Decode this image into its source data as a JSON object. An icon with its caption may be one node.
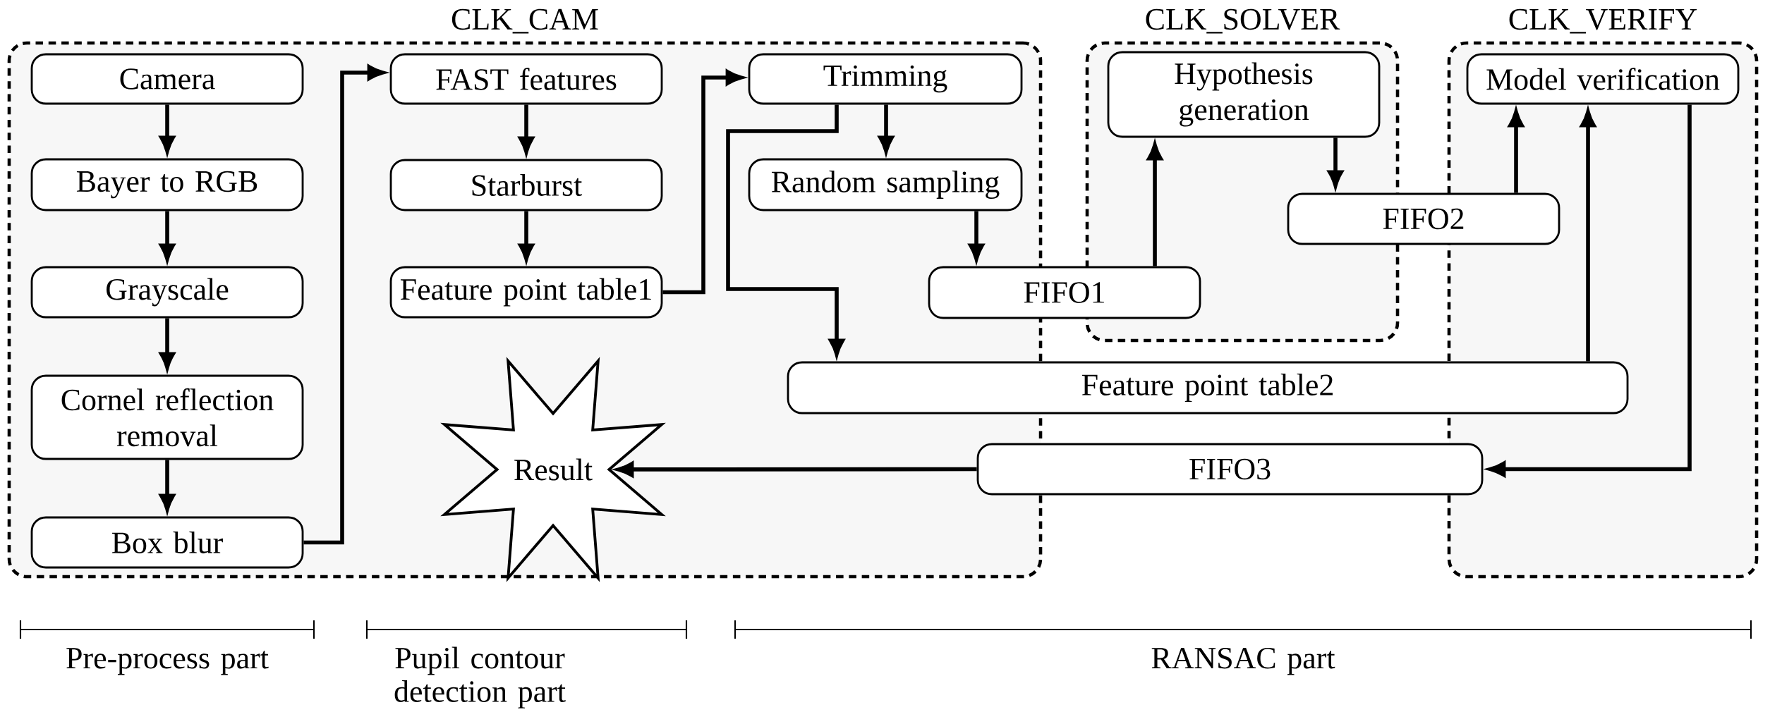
{
  "diagram": {
    "nodes": [
      {
        "text": [
          "CLK_CAM"
        ]
      },
      {
        "text": [
          "Camera"
        ],
        "in": 0
      },
      {
        "text": [
          "Bayer to RGB"
        ],
        "in": 0
      },
      {
        "text": [
          "Grayscale"
        ],
        "in": 0
      },
      {
        "text": [
          "Cornel reflection removal"
        ],
        "in": 0
      },
      {
        "text": [
          "Box blur"
        ],
        "in": 0
      },
      {
        "text": [
          "FAST features"
        ],
        "in": 0
      },
      {
        "text": [
          "Starburst"
        ],
        "in": 0
      },
      {
        "text": [
          "Feature point table1"
        ],
        "in": 0
      },
      {
        "text": [
          "Trimming"
        ],
        "in": 0
      },
      {
        "text": [
          "Random sampling"
        ],
        "in": 0
      },
      {
        "text": [
          "Result"
        ],
        "in": 0
      },
      {
        "text": [
          "CLK_SOLVER"
        ]
      },
      {
        "text": [
          "Hypothesis generation"
        ],
        "in": 12
      },
      {
        "text": [
          "CLK_VERIFY"
        ]
      },
      {
        "text": [
          "Model verification"
        ],
        "in": 14
      },
      {
        "text": [
          "FIFO2"
        ]
      },
      {
        "text": [
          "FIFO1"
        ]
      },
      {
        "text": [
          "Feature point table2"
        ]
      },
      {
        "text": [
          "FIFO3"
        ]
      }
    ],
    "edges": [
      {
        "from": 1,
        "to": 2,
        "arrow": "to"
      },
      {
        "from": 2,
        "to": 3,
        "arrow": "to"
      },
      {
        "from": 3,
        "to": 4,
        "arrow": "to"
      },
      {
        "from": 4,
        "to": 5,
        "arrow": "to"
      },
      {
        "from": 5,
        "to": 6,
        "arrow": "to"
      },
      {
        "from": 6,
        "to": 7,
        "arrow": "to"
      },
      {
        "from": 7,
        "to": 8,
        "arrow": "to"
      },
      {
        "from": 8,
        "to": 9,
        "arrow": "to"
      },
      {
        "from": 9,
        "to": 10,
        "arrow": "to"
      },
      {
        "from": 9,
        "to": 18,
        "arrow": "to"
      },
      {
        "from": 10,
        "to": 17,
        "arrow": "to"
      },
      {
        "from": 17,
        "to": 13,
        "arrow": "to"
      },
      {
        "from": 13,
        "to": 16,
        "arrow": "to"
      },
      {
        "from": 16,
        "to": 15,
        "arrow": "to"
      },
      {
        "from": 18,
        "to": 15,
        "arrow": "to"
      },
      {
        "from": 15,
        "to": 19,
        "arrow": "to"
      },
      {
        "from": 19,
        "to": 11,
        "arrow": "to"
      }
    ],
    "labels": [
      "Pre-process part",
      "Pupil contour detection part",
      "RANSAC part"
    ]
  }
}
